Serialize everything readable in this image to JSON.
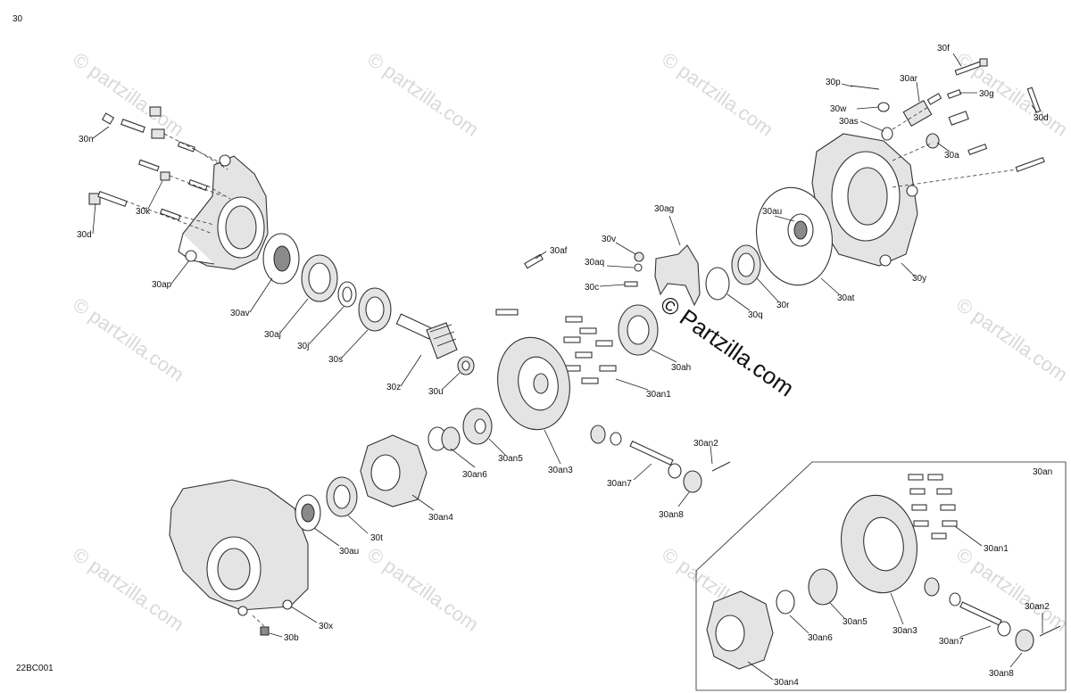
{
  "diagram": {
    "page_id": "30",
    "drawing_code": "22BC001",
    "inset_label": "30an",
    "watermark": "© Partzilla.com",
    "watermark_copy": "© partzilla.com",
    "labels": {
      "30f": "30f",
      "30p": "30p",
      "30ar": "30ar",
      "30g": "30g",
      "30d_right": "30d",
      "30w": "30w",
      "30as": "30as",
      "30a": "30a",
      "30y": "30y",
      "30n": "30n",
      "30k": "30k",
      "30d_left": "30d",
      "30ap": "30ap",
      "30av": "30av",
      "30aj": "30aj",
      "30j": "30j",
      "30s": "30s",
      "30z": "30z",
      "30u": "30u",
      "30af": "30af",
      "30v": "30v",
      "30aq": "30aq",
      "30c": "30c",
      "30ag": "30ag",
      "30au_top": "30au",
      "30r": "30r",
      "30q": "30q",
      "30at": "30at",
      "30ah": "30ah",
      "30an1": "30an1",
      "30an3": "30an3",
      "30an5": "30an5",
      "30an6": "30an6",
      "30an2": "30an2",
      "30an7": "30an7",
      "30an8": "30an8",
      "30an4": "30an4",
      "30t": "30t",
      "30au_bottom": "30au",
      "30x": "30x",
      "30b": "30b",
      "i_30an1": "30an1",
      "i_30an2": "30an2",
      "i_30an3": "30an3",
      "i_30an4": "30an4",
      "i_30an5": "30an5",
      "i_30an6": "30an6",
      "i_30an7": "30an7",
      "i_30an8": "30an8"
    }
  }
}
